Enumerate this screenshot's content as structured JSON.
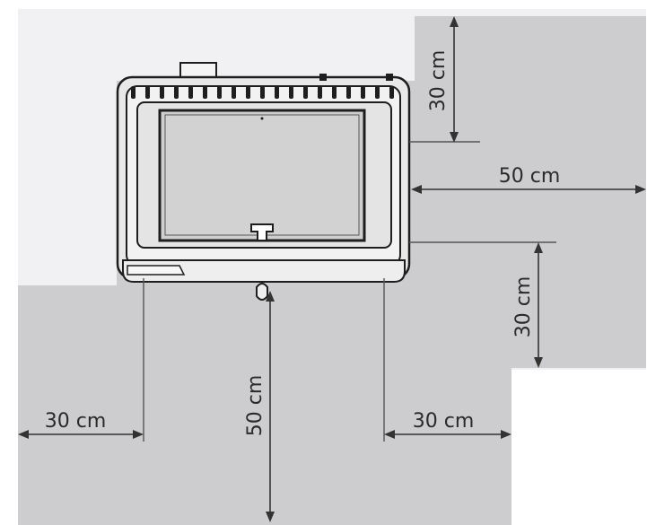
{
  "diagram": {
    "labels": {
      "top_right": "30 cm",
      "right": "50 cm",
      "right_lower": "30 cm",
      "left_bottom": "30 cm",
      "front": "50 cm",
      "right_bottom": "30 cm"
    }
  },
  "colors": {
    "background": "#f1f1f3",
    "clearance_zone": "#cdcdcf",
    "white": "#ffffff",
    "stove_outline": "#1e1e1e",
    "stove_fill": "#ececec",
    "glass": "#cfcfcf"
  }
}
